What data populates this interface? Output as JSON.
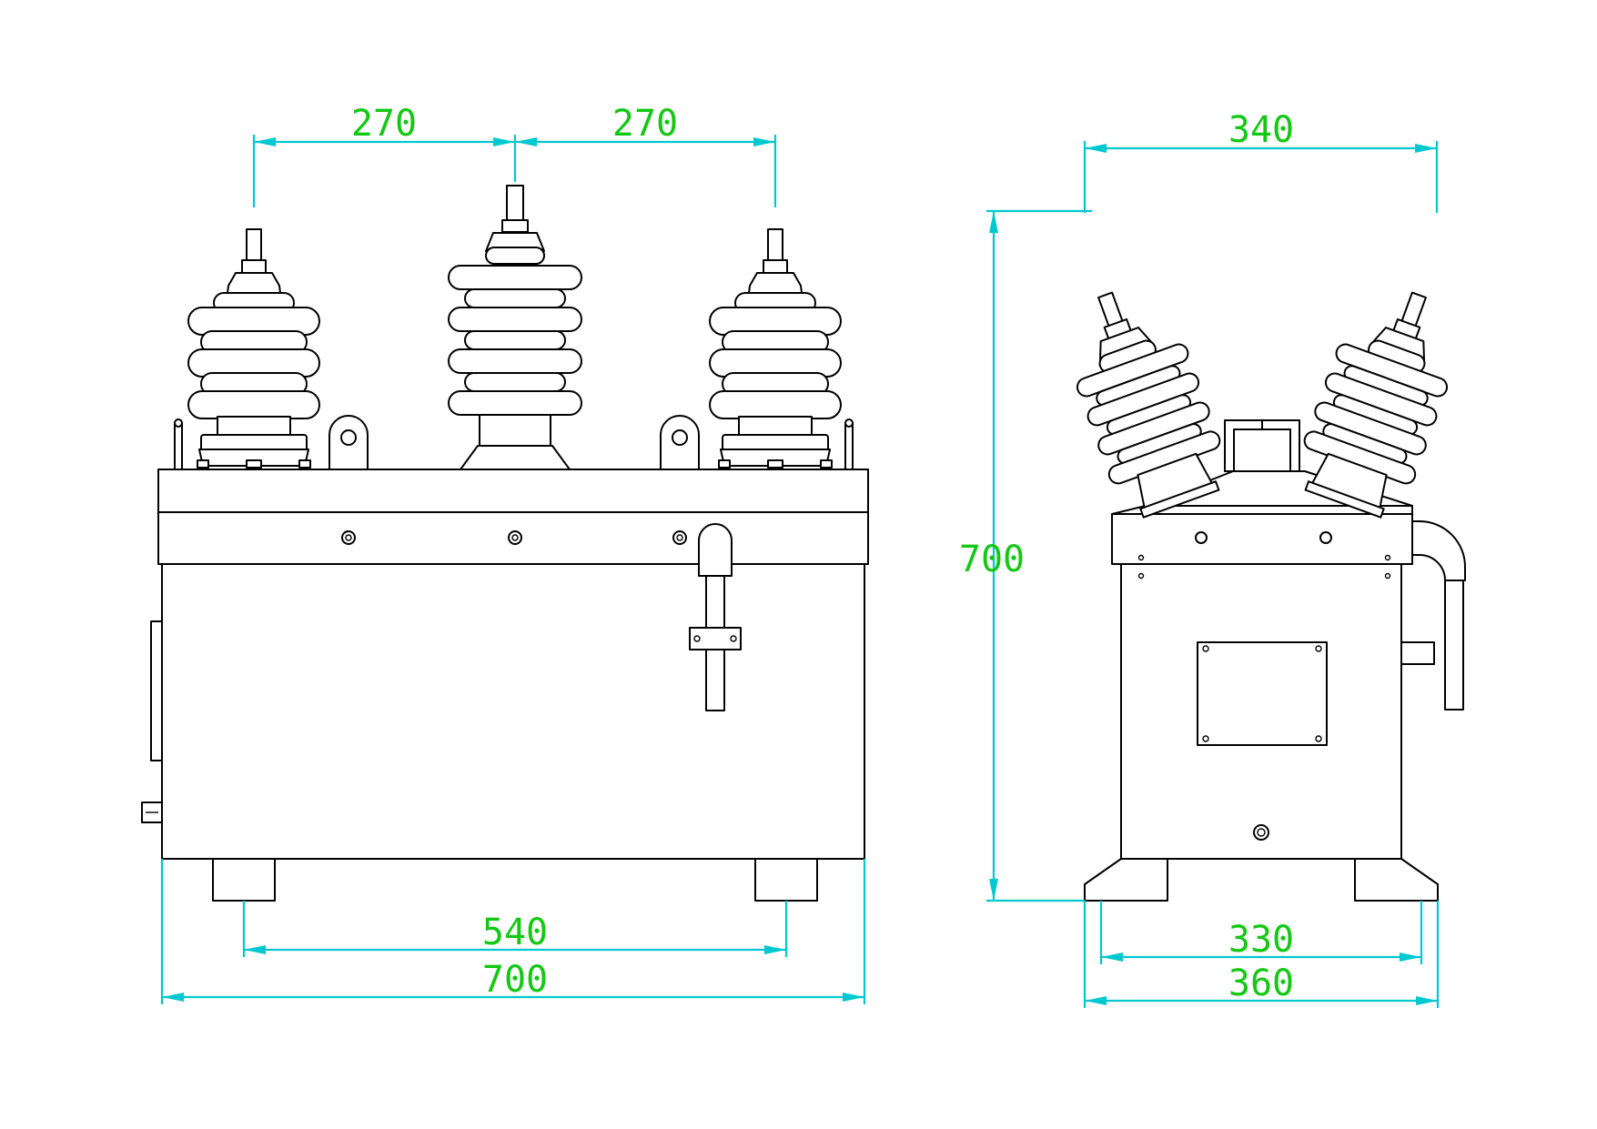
{
  "dimensions": {
    "front_top_left": "270",
    "front_top_right": "270",
    "front_feet_span": "540",
    "front_overall_width": "700",
    "side_bushing_span": "340",
    "side_overall_height": "700",
    "side_feet_span": "330",
    "side_overall_width": "360"
  },
  "colors": {
    "outline": "#000000",
    "dimension_line": "#00c8d0",
    "dimension_text": "#14c814",
    "background": "#ffffff"
  }
}
